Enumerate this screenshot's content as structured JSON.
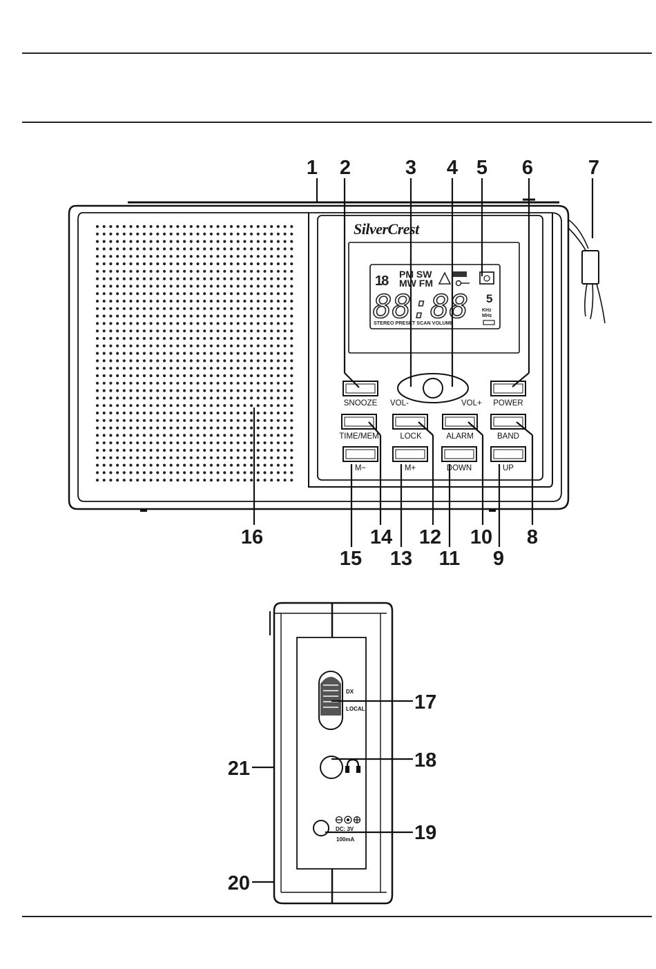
{
  "brand": "SilverCrest",
  "lcd": {
    "band_top": "PM SW",
    "band_bottom": "MW FM",
    "digits": "88:88",
    "units_top": "KHz",
    "units_bottom": "MHz",
    "status": "STEREO PRESET SCAN VOLUME",
    "small_digit": "18",
    "five": "5"
  },
  "buttons": {
    "snooze": "SNOOZE",
    "vol_minus": "VOL-",
    "vol_plus": "VOL+",
    "power": "POWER",
    "time_mem": "TIME/MEM",
    "lock": "LOCK",
    "alarm": "ALARM",
    "band": "BAND",
    "m_minus": "M−",
    "m_plus": "M+",
    "down": "DOWN",
    "up": "UP"
  },
  "side": {
    "dx": "DX",
    "local": "LOCAL",
    "dc_rating": "DC: 3V",
    "current": "100mA"
  },
  "callouts": [
    "1",
    "2",
    "3",
    "4",
    "5",
    "6",
    "7",
    "8",
    "9",
    "10",
    "11",
    "12",
    "13",
    "14",
    "15",
    "16",
    "17",
    "18",
    "19",
    "20",
    "21"
  ]
}
